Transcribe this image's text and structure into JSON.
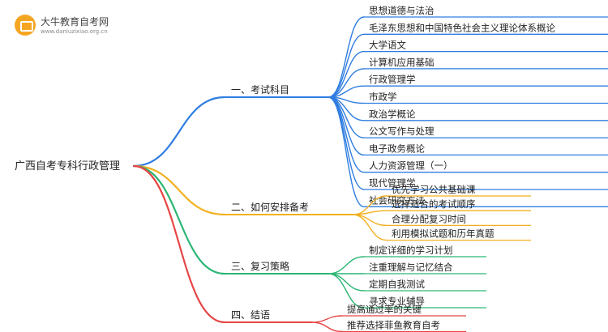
{
  "brand": {
    "name": "大牛教育自考网",
    "url": "www.daniuzixiao.org.cn"
  },
  "colors": {
    "exam": "#2f7de1",
    "prep": "#f2b01e",
    "strategy": "#2ab673",
    "conclusion": "#e64545",
    "root_text": "#222222"
  },
  "mindmap": {
    "root": "广西自考专科行政管理",
    "branches": [
      {
        "key": "exam",
        "label": "一、考试科目",
        "items": [
          "思想道德与法治",
          "毛泽东思想和中国特色社会主义理论体系概论",
          "大学语文",
          "计算机应用基础",
          "行政管理学",
          "市政学",
          "政治学概论",
          "公文写作与处理",
          "电子政务概论",
          "人力资源管理（一）",
          "现代管理学",
          "社会研究方法"
        ]
      },
      {
        "key": "prep",
        "label": "二、如何安排备考",
        "items": [
          "优先学习公共基础课",
          "选择适合的考试顺序",
          "合理分配复习时间",
          "利用模拟试题和历年真题"
        ]
      },
      {
        "key": "strategy",
        "label": "三、复习策略",
        "items": [
          "制定详细的学习计划",
          "注重理解与记忆结合",
          "定期自我测试",
          "寻求专业辅导"
        ]
      },
      {
        "key": "conclusion",
        "label": "四、结语",
        "items": [
          "提高通过率的关键",
          "推荐选择菲鱼教育自考"
        ]
      }
    ]
  }
}
